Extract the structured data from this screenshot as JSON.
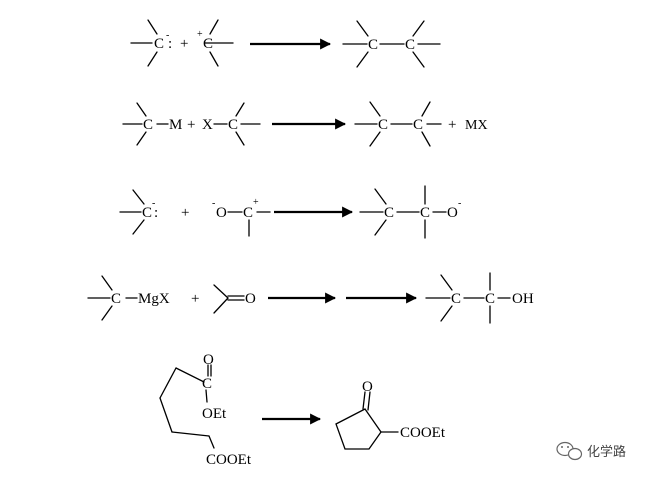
{
  "reactions": [
    {
      "name": "carbanion-carbocation",
      "carbanion_symbol": "C",
      "anion_charge": "-",
      "lone_pair": ":",
      "cation_symbol": "C",
      "cation_charge": "+",
      "plus": "+",
      "product_c1": "C",
      "product_c2": "C"
    },
    {
      "name": "organometallic-halide",
      "c1": "C",
      "metal": "M",
      "plus": "+",
      "halogen": "X",
      "c2": "C",
      "product_c1": "C",
      "product_c2": "C",
      "plus2": "+",
      "byproduct": "MX"
    },
    {
      "name": "carbanion-carbonyl",
      "carbanion_symbol": "C",
      "anion_charge": "-",
      "lone_pair": ":",
      "plus": "+",
      "oxygen": "O",
      "oxygen_charge": "-",
      "cation_symbol": "C",
      "cation_charge": "+",
      "product_c1": "C",
      "product_c2": "C",
      "product_oxygen": "O",
      "product_charge": "-"
    },
    {
      "name": "grignard-addition",
      "carbon": "C",
      "grignard": "MgX",
      "plus": "+",
      "carbonyl_oxygen": "O",
      "product_c1": "C",
      "product_c2": "C",
      "product_oh": "OH"
    },
    {
      "name": "dieckmann-condensation",
      "carbon": "C",
      "oxygen": "O",
      "ester_oet": "OEt",
      "ester_cooet": "COOEt",
      "ketone_oxygen": "O",
      "product_cooet": "COOEt"
    }
  ],
  "watermark": {
    "icon": "wechat-icon",
    "text": "化学路"
  }
}
